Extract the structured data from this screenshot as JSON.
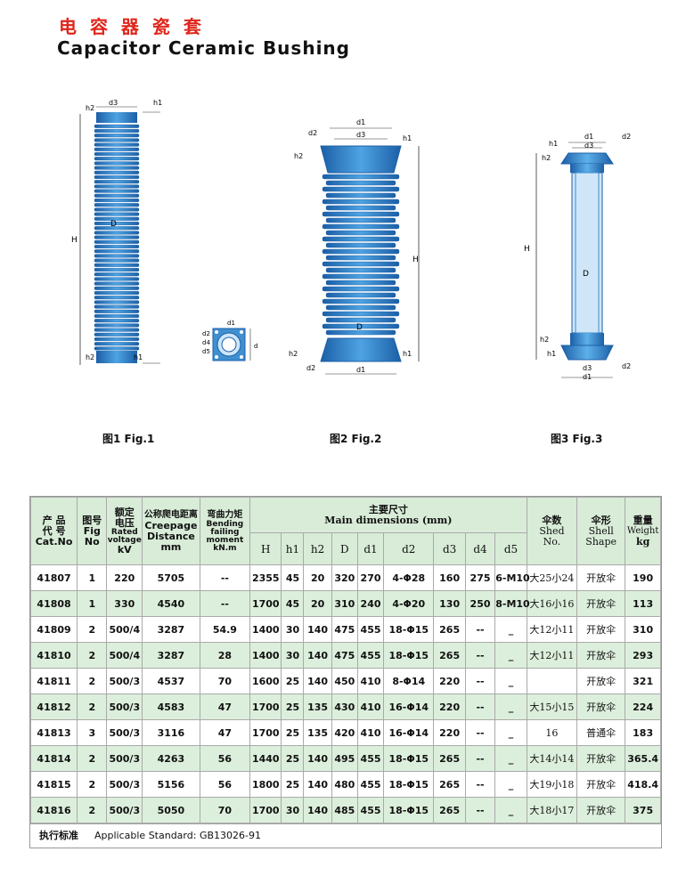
{
  "title_cn": "电 容 器 瓷 套",
  "title_en": "Capacitor  Ceramic Bushing",
  "figures": [
    {
      "caption": "图1 Fig.1",
      "labels": {
        "d3": "d3",
        "h1_top": "h1",
        "h2_top": "h2",
        "D": "D",
        "H": "H",
        "h2_bot": "h2",
        "h1_bot": "h1"
      }
    },
    {
      "caption": "图2 Fig.2",
      "labels": {
        "d1_top": "d1",
        "d2_top": "d2",
        "d3": "d3",
        "h1_top": "h1",
        "h2_top": "h2",
        "H": "H",
        "D": "D",
        "h2_bot": "h2",
        "h1_bot": "h1",
        "d2_bot": "d2",
        "d1_bot": "d1"
      }
    },
    {
      "caption": "图3 Fig.3",
      "labels": {
        "d1_top": "d1",
        "d2_top": "d2",
        "d3_top": "d3",
        "h1_top": "h1",
        "h2_top": "h2",
        "H": "H",
        "D": "D",
        "h2_bot": "h2",
        "h1_bot": "h1",
        "d3_bot": "d3",
        "d1_bot": "d1",
        "d2_bot": "d2"
      }
    }
  ],
  "small_view_labels": {
    "d1": "d1",
    "d2": "d2",
    "d4": "d4",
    "d5": "d5",
    "d": "d"
  },
  "table": {
    "headers": {
      "cat_cn": "产 品\n代 号",
      "cat_en": "Cat.No",
      "fig_cn": "图号",
      "fig_en": "Fig\nNo",
      "volt_cn": "额定\n电压",
      "volt_en": "Rated\nvoltage",
      "volt_unit": "kV",
      "creep_cn": "公称爬电距离",
      "creep_en": "Creepage\nDistance",
      "creep_unit": "mm",
      "bend_cn": "弯曲力矩",
      "bend_en": "Bending\nfailing\nmoment",
      "bend_unit": "kN.m",
      "dims_cn": "主要尺寸",
      "dims_en": "Main  dimensions (mm)",
      "cols": [
        "H",
        "h1",
        "h2",
        "D",
        "d1",
        "d2",
        "d3",
        "d4",
        "d5"
      ],
      "shed_cn": "伞数",
      "shed_en": "Shed\nNo.",
      "shape_cn": "伞形",
      "shape_en": "Shell\nShape",
      "weight_cn": "重量",
      "weight_en": "Weight",
      "weight_unit": "kg"
    },
    "rows": [
      [
        "41807",
        "1",
        "220",
        "5705",
        "--",
        "2355",
        "45",
        "20",
        "320",
        "270",
        "4-Φ28",
        "160",
        "275",
        "6-M10",
        "大25小24",
        "开放伞",
        "190"
      ],
      [
        "41808",
        "1",
        "330",
        "4540",
        "--",
        "1700",
        "45",
        "20",
        "310",
        "240",
        "4-Φ20",
        "130",
        "250",
        "8-M10",
        "大16小16",
        "开放伞",
        "113"
      ],
      [
        "41809",
        "2",
        "500/4",
        "3287",
        "54.9",
        "1400",
        "30",
        "140",
        "475",
        "455",
        "18-Φ15",
        "265",
        "--",
        "_",
        "大12小11",
        "开放伞",
        "310"
      ],
      [
        "41810",
        "2",
        "500/4",
        "3287",
        "28",
        "1400",
        "30",
        "140",
        "475",
        "455",
        "18-Φ15",
        "265",
        "--",
        "_",
        "大12小11",
        "开放伞",
        "293"
      ],
      [
        "41811",
        "2",
        "500/3",
        "4537",
        "70",
        "1600",
        "25",
        "140",
        "450",
        "410",
        "8-Φ14",
        "220",
        "--",
        "_",
        "",
        "开放伞",
        "321"
      ],
      [
        "41812",
        "2",
        "500/3",
        "4583",
        "47",
        "1700",
        "25",
        "135",
        "430",
        "410",
        "16-Φ14",
        "220",
        "--",
        "_",
        "大15小15",
        "开放伞",
        "224"
      ],
      [
        "41813",
        "3",
        "500/3",
        "3116",
        "47",
        "1700",
        "25",
        "135",
        "420",
        "410",
        "16-Φ14",
        "220",
        "--",
        "_",
        "16",
        "普通伞",
        "183"
      ],
      [
        "41814",
        "2",
        "500/3",
        "4263",
        "56",
        "1440",
        "25",
        "140",
        "495",
        "455",
        "18-Φ15",
        "265",
        "--",
        "_",
        "大14小14",
        "开放伞",
        "365.4"
      ],
      [
        "41815",
        "2",
        "500/3",
        "5156",
        "56",
        "1800",
        "25",
        "140",
        "480",
        "455",
        "18-Φ15",
        "265",
        "--",
        "_",
        "大19小18",
        "开放伞",
        "418.4"
      ],
      [
        "41816",
        "2",
        "500/3",
        "5050",
        "70",
        "1700",
        "30",
        "140",
        "485",
        "455",
        "18-Φ15",
        "265",
        "--",
        "_",
        "大18小17",
        "开放伞",
        "375"
      ]
    ],
    "footer_cn": "执行标准",
    "footer_en": "Applicable  Standard: GB13026-91"
  },
  "colors": {
    "bushing_fill": "#3f8fd1",
    "bushing_dark": "#1c5fa6",
    "table_band": "#dcefdc",
    "title_red": "#e0251b"
  }
}
